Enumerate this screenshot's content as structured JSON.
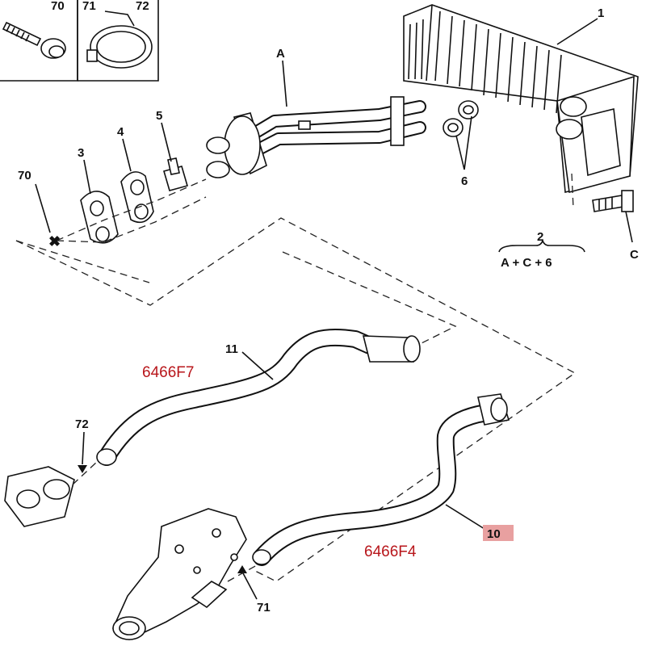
{
  "labels": {
    "n70_inset": "70",
    "n71_inset": "71",
    "n72_inset": "72",
    "n1": "1",
    "nA": "A",
    "n5": "5",
    "n4": "4",
    "n3": "3",
    "n70": "70",
    "n6": "6",
    "n2": "2",
    "formula": "A + C + 6",
    "nC": "C",
    "n11": "11",
    "n72": "72",
    "n10": "10",
    "n71": "71"
  },
  "references": {
    "ref_upper": "6466F7",
    "ref_lower": "6466F4"
  },
  "colors": {
    "ref_text": "#b8161b",
    "highlight_box": "#e8a0a0"
  }
}
